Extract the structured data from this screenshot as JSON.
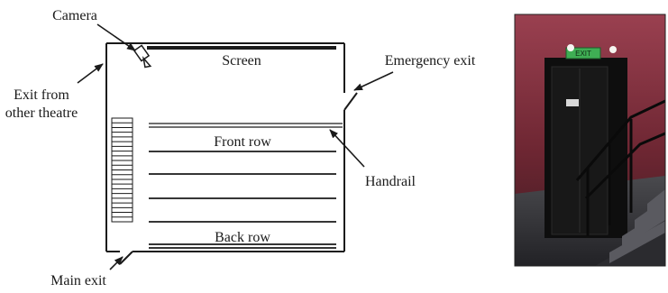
{
  "labels": {
    "camera": "Camera",
    "screen": "Screen",
    "emergency_exit": "Emergency exit",
    "exit_other_line1": "Exit from",
    "exit_other_line2": "other theatre",
    "front_row": "Front row",
    "handrail": "Handrail",
    "back_row": "Back row",
    "main_exit": "Main exit"
  },
  "photo": {
    "sign_text": "EXIT",
    "colors": {
      "wall": "#7a2f3c",
      "door": "#141414",
      "sign": "#3fae54",
      "floor": "#3a3a3d"
    }
  }
}
